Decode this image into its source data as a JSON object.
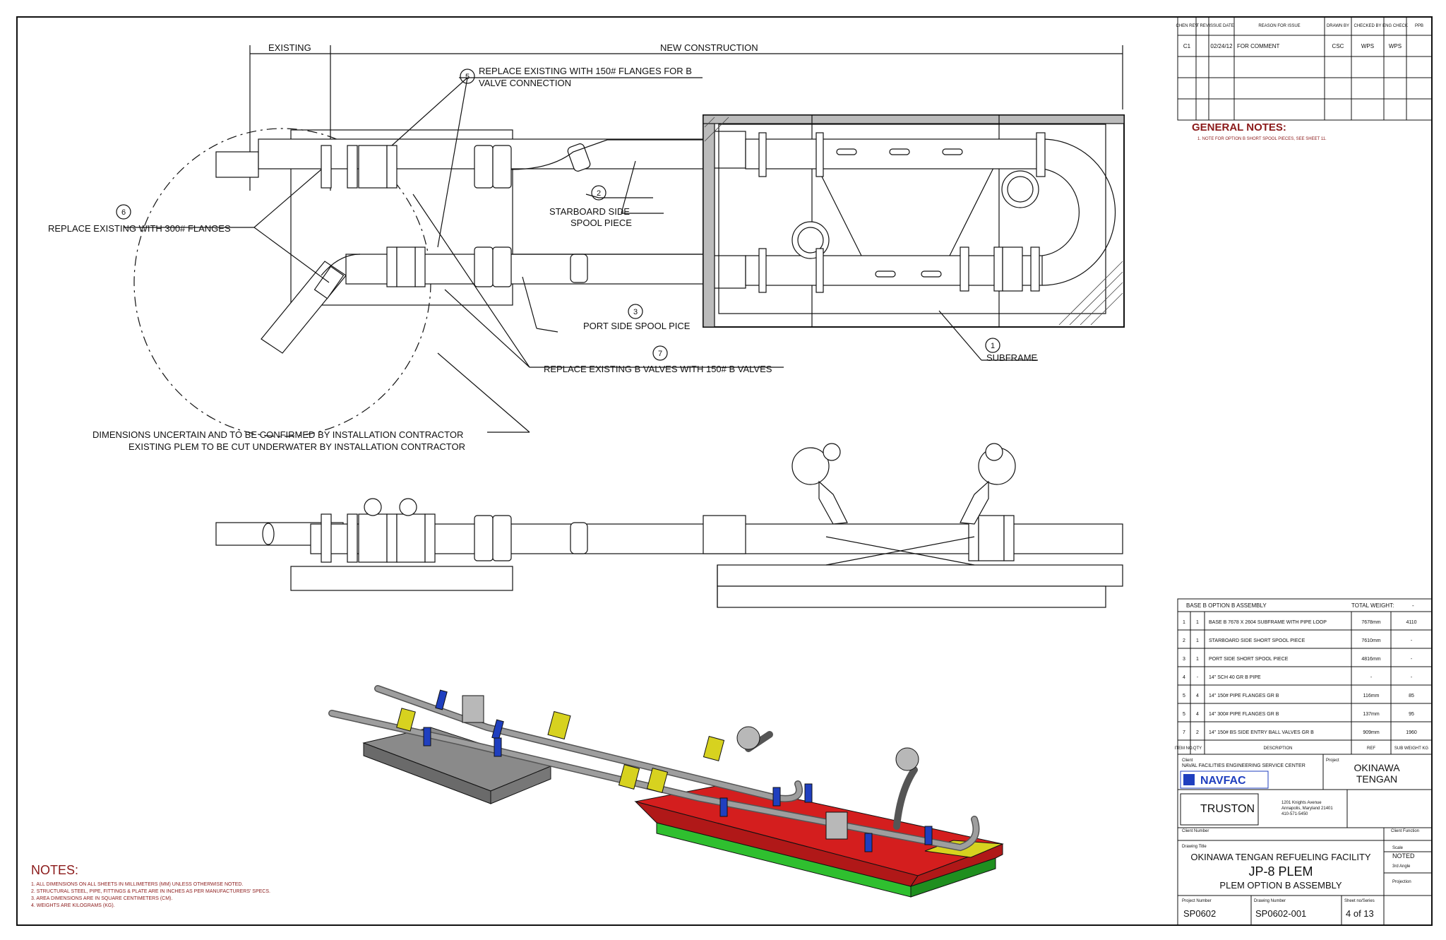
{
  "callouts": {
    "existing": "EXISTING",
    "new_construction": "NEW CONSTRUCTION",
    "c5": {
      "num": "5",
      "line1": "REPLACE EXISTING WITH 150# FLANGES FOR B",
      "line2": "VALVE CONNECTION"
    },
    "c6": {
      "num": "6",
      "line1": "REPLACE EXISTING WITH 300# FLANGES"
    },
    "c2": {
      "num": "2",
      "line1": "STARBOARD SIDE",
      "line2": "SPOOL PIECE"
    },
    "c3": {
      "num": "3",
      "line1": "PORT SIDE SPOOL PICE"
    },
    "c7": {
      "num": "7",
      "line1": "REPLACE EXISTING B VALVES WITH 150# B VALVES"
    },
    "c1": {
      "num": "1",
      "line1": "SUBFRAME"
    },
    "dims_line1": "DIMENSIONS UNCERTAIN AND TO BE CONFIRMED BY INSTALLATION CONTRACTOR",
    "dims_line2": "EXISTING PLEM TO BE CUT UNDERWATER BY INSTALLATION CONTRACTOR"
  },
  "revisions": {
    "headers": [
      "CHEN REV",
      "T REV",
      "ISSUE DATE",
      "REASON FOR ISSUE",
      "DRAWN BY",
      "CHECKED BY",
      "ENG CHECK",
      "PPB"
    ],
    "rows": [
      [
        "C1",
        "",
        "02/24/12",
        "FOR COMMENT",
        "CSC",
        "WPS",
        "WPS",
        ""
      ]
    ]
  },
  "general_notes": {
    "title": "GENERAL NOTES:",
    "text": "1. NOTE FOR OPTION B SHORT SPOOL PIECES, SEE SHEET 11."
  },
  "notes": {
    "title": "NOTES:",
    "items": [
      "1. ALL DIMENSIONS ON ALL SHEETS IN MILLIMETERS (MM) UNLESS OTHERWISE NOTED.",
      "2. STRUCTURAL STEEL, PIPE, FITTINGS & PLATE ARE IN INCHES AS PER MANUFACTURERS' SPECS.",
      "3. AREA DIMENSIONS ARE IN SQUARE CENTIMETERS (CM).",
      "4. WEIGHTS ARE KILOGRAMS (KG)."
    ]
  },
  "bom": {
    "title": "BASE B OPTION B ASSEMBLY",
    "total_weight_label": "TOTAL WEIGHT:",
    "total_weight_value": "-",
    "rows": [
      [
        "1",
        "1",
        "BASE B 7678 X 2604 SUBFRAME WITH PIPE LOOP",
        "7678mm",
        "4110"
      ],
      [
        "2",
        "1",
        "STARBOARD SIDE SHORT SPOOL PIECE",
        "7610mm",
        "-"
      ],
      [
        "3",
        "1",
        "PORT SIDE SHORT SPOOL PIECE",
        "4816mm",
        "-"
      ],
      [
        "4",
        "-",
        "14\" SCH 40 GR B PIPE",
        "-",
        "-"
      ],
      [
        "5",
        "4",
        "14\" 150# PIPE FLANGES GR B",
        "116mm",
        "85"
      ],
      [
        "5",
        "4",
        "14\" 300# PIPE FLANGES GR B",
        "137mm",
        "95"
      ],
      [
        "7",
        "2",
        "14\" 150# BS SIDE ENTRY BALL VALVES GR B",
        "909mm",
        "1960"
      ]
    ],
    "footer": [
      "ITEM NO.",
      "QTY",
      "DESCRIPTION",
      "REF",
      "SUB WEIGHT KG"
    ]
  },
  "title_block": {
    "client_label": "Client",
    "client_name": "NAVAL FACILITIES ENGINEERING SERVICE CENTER",
    "project_label": "Project",
    "project_line1": "OKINAWA",
    "project_line2": "TENGAN",
    "navfac_logo": "NAVFAC",
    "truston_logo": "TRUSTON",
    "address_line1": "1201 Knights Avenue",
    "address_line2": "Annapolis, Maryland 21401",
    "address_line3": "410-571-5450",
    "client_function_label": "Client Function",
    "client_number_label": "Client Number",
    "drawing_title_label": "Drawing Title",
    "drawing_title_1": "OKINAWA TENGAN REFUELING FACILITY",
    "drawing_title_2": "JP-8 PLEM",
    "drawing_title_3": "PLEM OPTION B ASSEMBLY",
    "scale_label": "Scale",
    "scale_value": "NOTED",
    "angle_label": "3rd Angle",
    "projection_label": "Projection",
    "project_number_label": "Project Number",
    "project_number": "SP0602",
    "drawing_number_label": "Drawing Number",
    "drawing_number": "SP0602-001",
    "sheet_label": "Sheet no/Series",
    "sheet_value": "4 of 13"
  },
  "colors": {
    "line": "#111111",
    "red_text": "#8b1a1a",
    "pipe_grey": "#9e9e9e",
    "flange_blue": "#1f3fbf",
    "flange_yellow": "#d7d21f",
    "frame_red": "#d41e1e",
    "frame_green": "#2fbf2f",
    "base_grey": "#8a8a8a"
  }
}
